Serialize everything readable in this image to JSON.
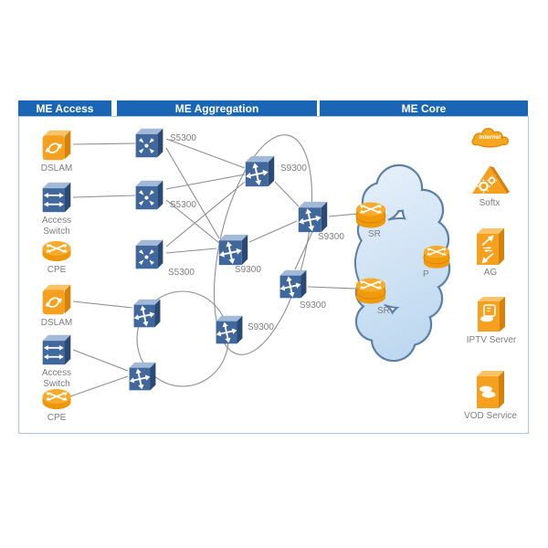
{
  "header": {
    "me_access": "ME Access",
    "me_aggregation": "ME Aggregation",
    "me_core": "ME Core"
  },
  "nodes": {
    "dslam1": {
      "label": "DSLAM"
    },
    "access_switch1": {
      "label": "Access Switch"
    },
    "cpe1": {
      "label": "CPE"
    },
    "dslam2": {
      "label": "DSLAM"
    },
    "access_switch2": {
      "label": "Access Switch"
    },
    "cpe2": {
      "label": "CPE"
    },
    "s5300_1": {
      "label": "S5300"
    },
    "s5300_2": {
      "label": "S5300"
    },
    "s5300_3": {
      "label": "S5300"
    },
    "s9300_top": {
      "label": "S9300"
    },
    "s9300_mid": {
      "label": "S9300"
    },
    "s9300_right": {
      "label": "S9300"
    },
    "s9300_bottom": {
      "label": "S9300"
    },
    "s9300_lower": {
      "label": "S9300"
    },
    "sr_top": {
      "label": "SR"
    },
    "sr_bottom": {
      "label": "SR"
    },
    "p": {
      "label": "P"
    },
    "internet": {
      "label": "Internet"
    },
    "softx": {
      "label": "Softx"
    },
    "ag": {
      "label": "AG"
    },
    "iptv_server": {
      "label": "IPTV Server"
    },
    "vod_service": {
      "label": "VOD Service"
    }
  },
  "colors": {
    "header_blue": "#1a66b4",
    "device_blue_front": "#41689c",
    "device_blue_side": "#2a4a73",
    "device_blue_top": "#a3b9d8",
    "accent_orange": "#f5a11f",
    "orange_dark": "#d6820a",
    "cloud_fill": "#cfe2f4",
    "cloud_stroke": "#5d80a5",
    "link_gray": "#8f8f8f",
    "label_gray": "#7d7d7d",
    "frame_border": "#a9c6e3"
  }
}
